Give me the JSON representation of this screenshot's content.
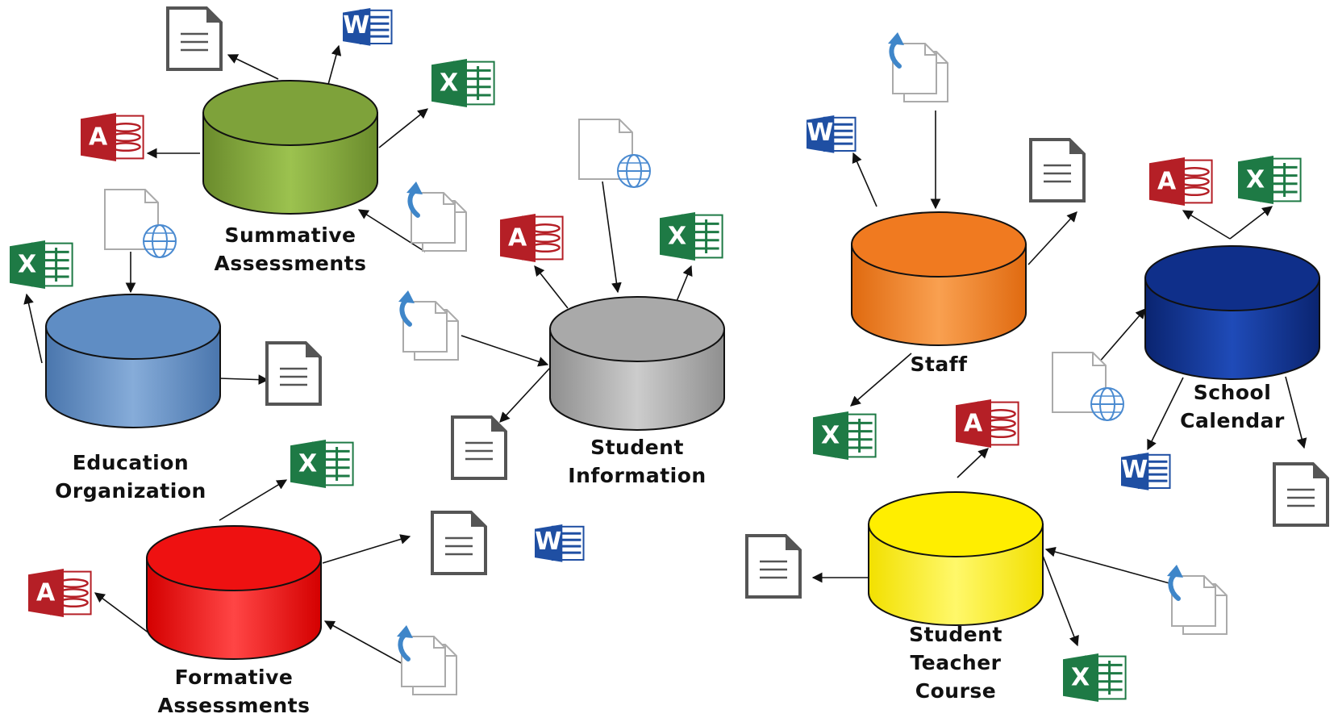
{
  "colors": {
    "summative": "#7ea23a",
    "education": "#5f8dc4",
    "formative": "#ee1111",
    "student_info": "#a9a9a9",
    "staff": "#f07a20",
    "calendar": "#0f2f8a",
    "stc": "#ffee00",
    "word": "#1f4fa3",
    "excel": "#1e7a45",
    "access": "#b51f26",
    "upload_arrow": "#3f86c9"
  },
  "databases": [
    {
      "id": "summative",
      "label_lines": [
        "Summative",
        "Assessments"
      ]
    },
    {
      "id": "education",
      "label_lines": [
        "Education",
        "Organization"
      ]
    },
    {
      "id": "formative",
      "label_lines": [
        "Formative",
        "Assessments"
      ]
    },
    {
      "id": "student_info",
      "label_lines": [
        "Student",
        "Information"
      ]
    },
    {
      "id": "staff",
      "label_lines": [
        "Staff"
      ]
    },
    {
      "id": "calendar",
      "label_lines": [
        "School",
        "Calendar"
      ]
    },
    {
      "id": "stc",
      "label_lines": [
        "Student",
        "Teacher",
        "Course"
      ]
    }
  ],
  "icon_glyphs": {
    "word": "W",
    "excel": "X",
    "access": "A"
  }
}
